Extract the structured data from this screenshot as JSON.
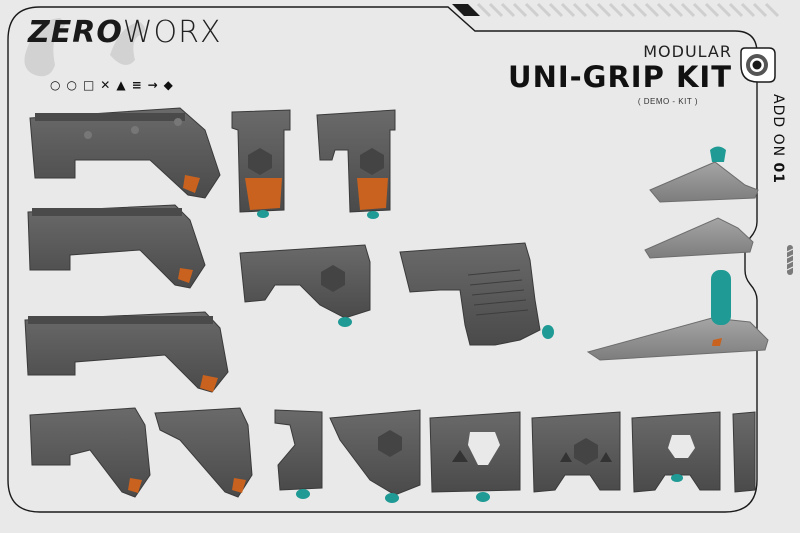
{
  "brand": {
    "logo_bold": "ZERO",
    "logo_thin": "WORX",
    "symbol_row": "○○□✕▲≡→◆"
  },
  "header": {
    "subtitle": "MODULAR",
    "title": "UNI-GRIP KIT",
    "tag": "( DEMO - KIT )"
  },
  "side_label": {
    "prefix": "ADD ON ",
    "number": "01"
  },
  "colors": {
    "background": "#e9e9e9",
    "frame": "#1a1a1a",
    "part_body": "#5e5e5e",
    "part_dark": "#454545",
    "accent_orange": "#c8621e",
    "accent_teal": "#1f9a94",
    "addon_body": "#8d8d8d"
  },
  "parts": [
    {
      "id": "angled-grip-short",
      "row": 1,
      "accent": "orange"
    },
    {
      "id": "vertical-grip-a",
      "row": 1,
      "accent": "orange-teal"
    },
    {
      "id": "vertical-grip-b",
      "row": 1,
      "accent": "orange-teal"
    },
    {
      "id": "angled-grip-mesh",
      "row": 2,
      "accent": "orange"
    },
    {
      "id": "hex-stop",
      "row": 2,
      "accent": "teal"
    },
    {
      "id": "ribbed-grip",
      "row": 2,
      "accent": "teal"
    },
    {
      "id": "angled-grip-long",
      "row": 3,
      "accent": "orange"
    },
    {
      "id": "addon-thumb-rest",
      "row": 1,
      "accent": "teal"
    },
    {
      "id": "addon-ramp",
      "row": 2,
      "accent": "none"
    },
    {
      "id": "addon-lever",
      "row": 3,
      "accent": "teal-orange"
    },
    {
      "id": "compact-angled-a",
      "row": 4,
      "accent": "orange"
    },
    {
      "id": "compact-angled-b",
      "row": 4,
      "accent": "orange"
    },
    {
      "id": "hook-stop",
      "row": 4,
      "accent": "teal"
    },
    {
      "id": "hex-angled",
      "row": 4,
      "accent": "teal"
    },
    {
      "id": "barricade-open",
      "row": 4,
      "accent": "teal"
    },
    {
      "id": "barricade-hex",
      "row": 4,
      "accent": "none"
    },
    {
      "id": "barricade-small",
      "row": 4,
      "accent": "teal"
    },
    {
      "id": "slim-stop",
      "row": 4,
      "accent": "none"
    }
  ]
}
